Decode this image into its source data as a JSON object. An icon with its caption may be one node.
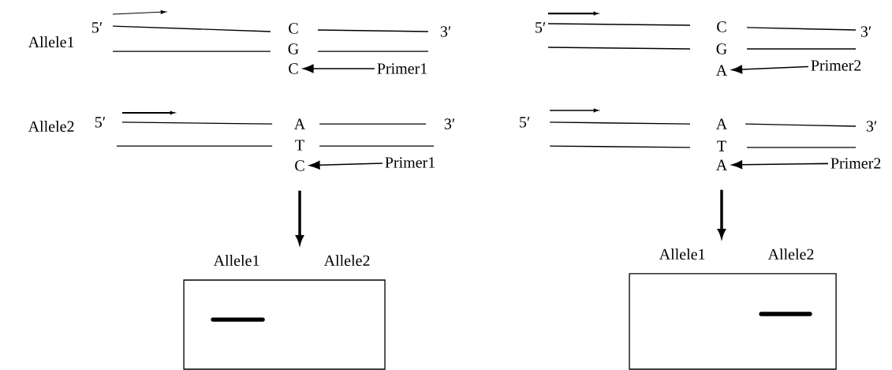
{
  "diagram": {
    "nodes": [
      {
        "text": [
          "C"
        ]
      },
      {
        "text": [
          "Primer1"
        ]
      },
      {
        "text": [
          "A"
        ]
      },
      {
        "text": [
          "Primer2"
        ]
      },
      {
        "text": [
          "C"
        ]
      },
      {
        "text": [
          "Primer1"
        ]
      },
      {
        "text": [
          "A"
        ]
      },
      {
        "text": [
          "Primer2"
        ]
      },
      {
        "text": [
          "Allele1",
          "Allele2"
        ]
      },
      {
        "text": [
          "Allele1",
          "Allele2"
        ]
      }
    ],
    "edges": [
      {
        "from": 1,
        "to": 0,
        "arrow": "to"
      },
      {
        "from": 3,
        "to": 2,
        "arrow": "to"
      },
      {
        "from": 5,
        "to": 4,
        "arrow": "to"
      },
      {
        "from": 7,
        "to": 6,
        "arrow": "to"
      },
      {
        "from": 4,
        "to": 8,
        "arrow": "to",
        "style": "thick"
      },
      {
        "from": 6,
        "to": 9,
        "arrow": "to",
        "style": "thick"
      }
    ],
    "labels": [
      "5′",
      "C",
      "3′",
      "5′",
      "C",
      "3′",
      "Allele1",
      "G",
      "G",
      "Allele2",
      "5′",
      "A",
      "3′",
      "5′",
      "A",
      "3′",
      "T",
      "T"
    ]
  }
}
